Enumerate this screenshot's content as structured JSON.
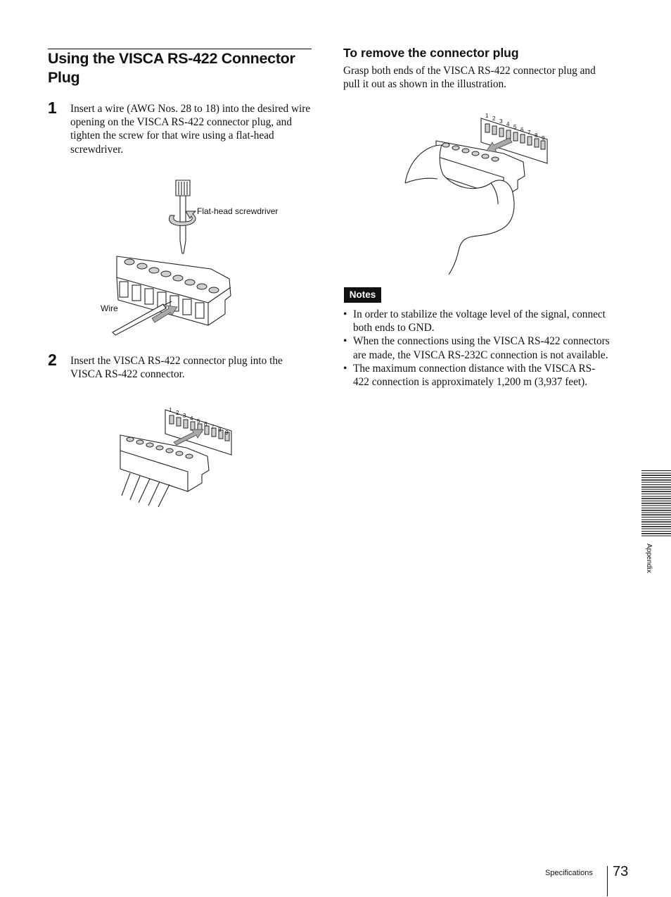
{
  "section": {
    "title": "Using the VISCA RS-422 Connector Plug"
  },
  "steps": [
    {
      "number": "1",
      "text": "Insert a wire (AWG Nos. 28 to 18) into the desired wire opening on the VISCA RS-422 connector plug, and tighten the screw for that wire using a flat-head screwdriver."
    },
    {
      "number": "2",
      "text": "Insert the VISCA RS-422 connector plug into the VISCA RS-422 connector."
    }
  ],
  "figure1": {
    "screwdriver_label": "Flat-head screwdriver",
    "wire_label": "Wire"
  },
  "figure_pin_numbers": [
    "1",
    "2",
    "3",
    "4",
    "5",
    "6",
    "7",
    "8",
    "9"
  ],
  "remove": {
    "title": "To remove the connector plug",
    "text": "Grasp both ends of the VISCA RS-422 connector plug and pull it out as shown in the illustration."
  },
  "notes": {
    "badge": "Notes",
    "items": [
      "In order to stabilize the voltage level of the signal, connect both ends to GND.",
      "When the connections using the VISCA RS-422 connectors are made, the VISCA RS-232C connection is not available.",
      "The maximum connection distance with the VISCA RS-422 connection is approximately 1,200 m (3,937 feet)."
    ]
  },
  "sidebar": {
    "label": "Appendix"
  },
  "footer": {
    "section": "Specifications",
    "page": "73"
  }
}
